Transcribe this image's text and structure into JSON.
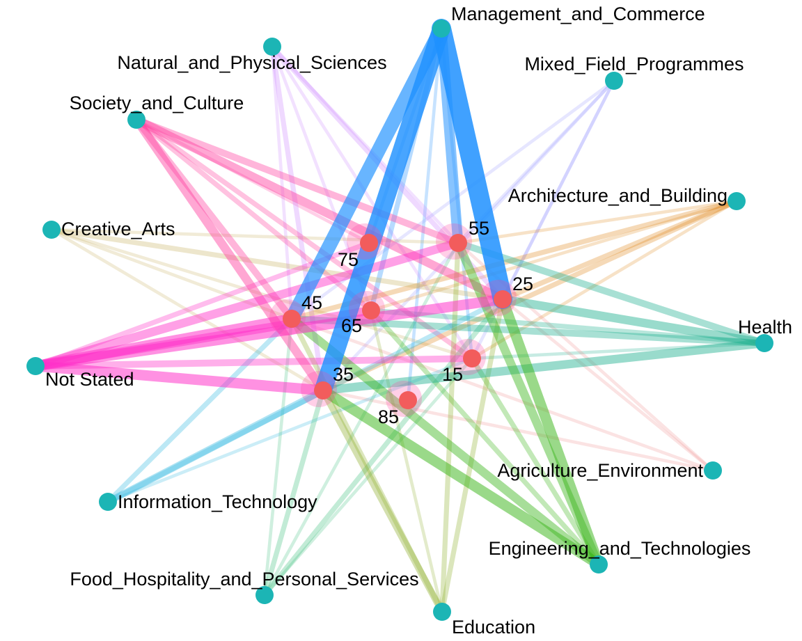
{
  "colors": {
    "field_node": "#1cb5b5",
    "age_node": "#f25c5c",
    "label": "#000000",
    "Management_and_Commerce": "#1e90ff",
    "Natural_and_Physical_Sciences": "#cc88ff",
    "Mixed_Field_Programmes": "#9a9aff",
    "Society_and_Culture": "#ff40a0",
    "Architecture_and_Building": "#e08a20",
    "Creative_Arts": "#c8b060",
    "Health": "#20b090",
    "Not_Stated": "#ff30c8",
    "Agriculture_Environment": "#f09090",
    "Information_Technology": "#30b8e0",
    "Engineering_and_Technologies": "#40b820",
    "Food_Hospitality_and_Personal_Services": "#40c080",
    "Education": "#90b030"
  },
  "field_nodes": [
    {
      "id": "Management_and_Commerce",
      "label": "Management_and_Commerce"
    },
    {
      "id": "Natural_and_Physical_Sciences",
      "label": "Natural_and_Physical_Sciences"
    },
    {
      "id": "Mixed_Field_Programmes",
      "label": "Mixed_Field_Programmes"
    },
    {
      "id": "Society_and_Culture",
      "label": "Society_and_Culture"
    },
    {
      "id": "Architecture_and_Building",
      "label": "Architecture_and_Building"
    },
    {
      "id": "Creative_Arts",
      "label": "Creative_Arts"
    },
    {
      "id": "Health",
      "label": "Health"
    },
    {
      "id": "Not_Stated",
      "label": "Not Stated"
    },
    {
      "id": "Agriculture_Environment",
      "label": "Agriculture_Environment"
    },
    {
      "id": "Information_Technology",
      "label": "Information_Technology"
    },
    {
      "id": "Engineering_and_Technologies",
      "label": "Engineering_and_Technologies"
    },
    {
      "id": "Food_Hospitality_and_Personal_Services",
      "label": "Food_Hospitality_and_Personal_Services"
    },
    {
      "id": "Education",
      "label": "Education"
    }
  ],
  "age_nodes": [
    {
      "id": "75",
      "label": "75"
    },
    {
      "id": "55",
      "label": "55"
    },
    {
      "id": "25",
      "label": "25"
    },
    {
      "id": "45",
      "label": "45"
    },
    {
      "id": "65",
      "label": "65"
    },
    {
      "id": "15",
      "label": "15"
    },
    {
      "id": "35",
      "label": "35"
    },
    {
      "id": "85",
      "label": "85"
    }
  ],
  "edges": [
    {
      "from": "Management_and_Commerce",
      "to": "25",
      "weight": 10
    },
    {
      "from": "Management_and_Commerce",
      "to": "35",
      "weight": 9
    },
    {
      "from": "Management_and_Commerce",
      "to": "45",
      "weight": 7
    },
    {
      "from": "Management_and_Commerce",
      "to": "55",
      "weight": 5
    },
    {
      "from": "Management_and_Commerce",
      "to": "65",
      "weight": 2
    },
    {
      "from": "Management_and_Commerce",
      "to": "15",
      "weight": 1
    },
    {
      "from": "Management_and_Commerce",
      "to": "75",
      "weight": 1
    },
    {
      "from": "Management_and_Commerce",
      "to": "85",
      "weight": 1
    },
    {
      "from": "Natural_and_Physical_Sciences",
      "to": "25",
      "weight": 2
    },
    {
      "from": "Natural_and_Physical_Sciences",
      "to": "35",
      "weight": 2
    },
    {
      "from": "Natural_and_Physical_Sciences",
      "to": "45",
      "weight": 1
    },
    {
      "from": "Natural_and_Physical_Sciences",
      "to": "55",
      "weight": 1
    },
    {
      "from": "Natural_and_Physical_Sciences",
      "to": "65",
      "weight": 1
    },
    {
      "from": "Natural_and_Physical_Sciences",
      "to": "15",
      "weight": 1
    },
    {
      "from": "Mixed_Field_Programmes",
      "to": "25",
      "weight": 1
    },
    {
      "from": "Mixed_Field_Programmes",
      "to": "35",
      "weight": 1
    },
    {
      "from": "Mixed_Field_Programmes",
      "to": "45",
      "weight": 1
    },
    {
      "from": "Mixed_Field_Programmes",
      "to": "15",
      "weight": 1
    },
    {
      "from": "Mixed_Field_Programmes",
      "to": "55",
      "weight": 1
    },
    {
      "from": "Society_and_Culture",
      "to": "25",
      "weight": 4
    },
    {
      "from": "Society_and_Culture",
      "to": "35",
      "weight": 4
    },
    {
      "from": "Society_and_Culture",
      "to": "45",
      "weight": 3
    },
    {
      "from": "Society_and_Culture",
      "to": "55",
      "weight": 3
    },
    {
      "from": "Society_and_Culture",
      "to": "65",
      "weight": 2
    },
    {
      "from": "Society_and_Culture",
      "to": "15",
      "weight": 2
    },
    {
      "from": "Society_and_Culture",
      "to": "75",
      "weight": 1
    },
    {
      "from": "Architecture_and_Building",
      "to": "25",
      "weight": 2
    },
    {
      "from": "Architecture_and_Building",
      "to": "35",
      "weight": 2
    },
    {
      "from": "Architecture_and_Building",
      "to": "45",
      "weight": 2
    },
    {
      "from": "Architecture_and_Building",
      "to": "55",
      "weight": 1
    },
    {
      "from": "Architecture_and_Building",
      "to": "15",
      "weight": 1
    },
    {
      "from": "Architecture_and_Building",
      "to": "65",
      "weight": 1
    },
    {
      "from": "Creative_Arts",
      "to": "25",
      "weight": 2
    },
    {
      "from": "Creative_Arts",
      "to": "35",
      "weight": 1
    },
    {
      "from": "Creative_Arts",
      "to": "45",
      "weight": 1
    },
    {
      "from": "Creative_Arts",
      "to": "55",
      "weight": 1
    },
    {
      "from": "Creative_Arts",
      "to": "15",
      "weight": 1
    },
    {
      "from": "Health",
      "to": "25",
      "weight": 4
    },
    {
      "from": "Health",
      "to": "35",
      "weight": 4
    },
    {
      "from": "Health",
      "to": "45",
      "weight": 3
    },
    {
      "from": "Health",
      "to": "55",
      "weight": 3
    },
    {
      "from": "Health",
      "to": "65",
      "weight": 2
    },
    {
      "from": "Health",
      "to": "15",
      "weight": 1
    },
    {
      "from": "Not_Stated",
      "to": "25",
      "weight": 5
    },
    {
      "from": "Not_Stated",
      "to": "35",
      "weight": 5
    },
    {
      "from": "Not_Stated",
      "to": "45",
      "weight": 5
    },
    {
      "from": "Not_Stated",
      "to": "55",
      "weight": 4
    },
    {
      "from": "Not_Stated",
      "to": "65",
      "weight": 4
    },
    {
      "from": "Not_Stated",
      "to": "15",
      "weight": 3
    },
    {
      "from": "Not_Stated",
      "to": "75",
      "weight": 2
    },
    {
      "from": "Agriculture_Environment",
      "to": "25",
      "weight": 1
    },
    {
      "from": "Agriculture_Environment",
      "to": "35",
      "weight": 1
    },
    {
      "from": "Agriculture_Environment",
      "to": "45",
      "weight": 1
    },
    {
      "from": "Agriculture_Environment",
      "to": "55",
      "weight": 1
    },
    {
      "from": "Information_Technology",
      "to": "35",
      "weight": 3
    },
    {
      "from": "Information_Technology",
      "to": "25",
      "weight": 2
    },
    {
      "from": "Information_Technology",
      "to": "45",
      "weight": 2
    },
    {
      "from": "Information_Technology",
      "to": "15",
      "weight": 1
    },
    {
      "from": "Engineering_and_Technologies",
      "to": "25",
      "weight": 5
    },
    {
      "from": "Engineering_and_Technologies",
      "to": "35",
      "weight": 5
    },
    {
      "from": "Engineering_and_Technologies",
      "to": "45",
      "weight": 4
    },
    {
      "from": "Engineering_and_Technologies",
      "to": "55",
      "weight": 4
    },
    {
      "from": "Engineering_and_Technologies",
      "to": "65",
      "weight": 2
    },
    {
      "from": "Engineering_and_Technologies",
      "to": "15",
      "weight": 2
    },
    {
      "from": "Food_Hospitality_and_Personal_Services",
      "to": "25",
      "weight": 2
    },
    {
      "from": "Food_Hospitality_and_Personal_Services",
      "to": "35",
      "weight": 2
    },
    {
      "from": "Food_Hospitality_and_Personal_Services",
      "to": "45",
      "weight": 1
    },
    {
      "from": "Food_Hospitality_and_Personal_Services",
      "to": "15",
      "weight": 1
    },
    {
      "from": "Food_Hospitality_and_Personal_Services",
      "to": "55",
      "weight": 1
    },
    {
      "from": "Education",
      "to": "35",
      "weight": 3
    },
    {
      "from": "Education",
      "to": "45",
      "weight": 2
    },
    {
      "from": "Education",
      "to": "25",
      "weight": 2
    },
    {
      "from": "Education",
      "to": "55",
      "weight": 2
    },
    {
      "from": "Education",
      "to": "65",
      "weight": 1
    }
  ]
}
